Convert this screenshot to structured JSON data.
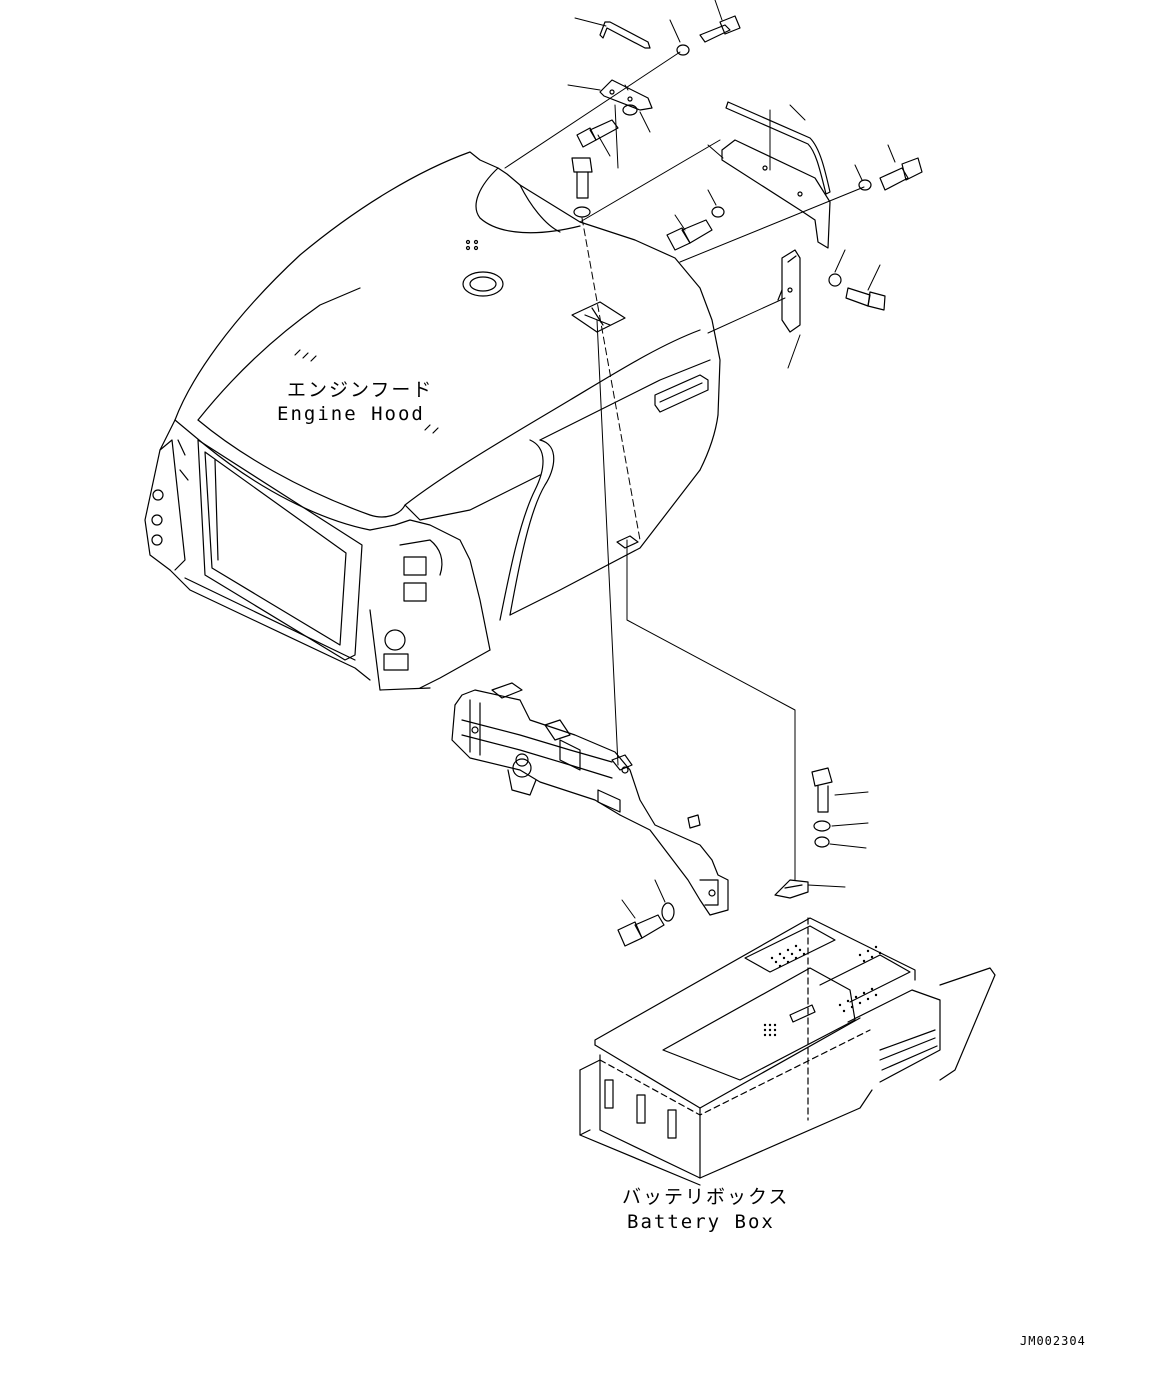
{
  "labels": {
    "engine_hood_jp": "エンジンフード",
    "engine_hood_en": "Engine Hood",
    "battery_box_jp": "バッテリボックス",
    "battery_box_en": "Battery Box"
  },
  "drawing_code": "JM002304",
  "colors": {
    "line": "#000000",
    "background": "#ffffff"
  }
}
